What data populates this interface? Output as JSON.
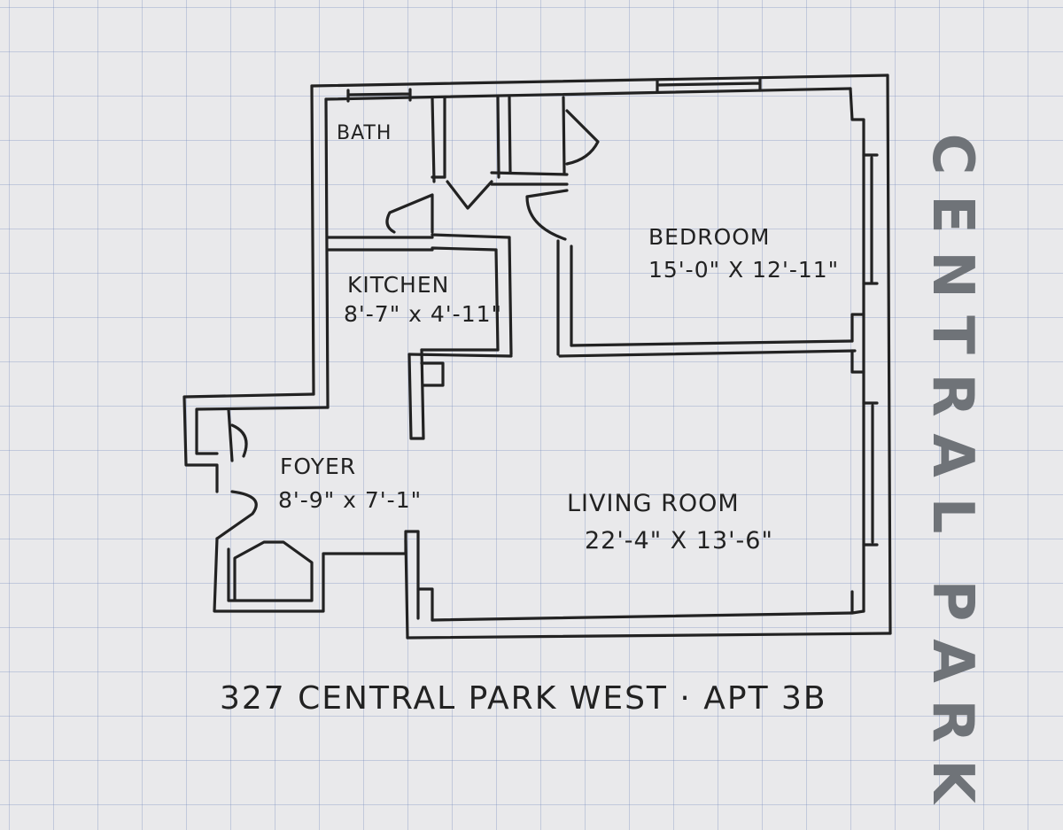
{
  "rooms": {
    "bath": {
      "name": "BATH"
    },
    "kitchen": {
      "name": "KITCHEN",
      "dimensions": "8'-7\" x 4'-11\""
    },
    "bedroom": {
      "name": "BEDROOM",
      "dimensions": "15'-0\" X 12'-11\""
    },
    "foyer": {
      "name": "FOYER",
      "dimensions": "8'-9\" x 7'-1\""
    },
    "living_room": {
      "name": "LIVING ROOM",
      "dimensions": "22'-4\" X 13'-6\""
    }
  },
  "address": "327 CENTRAL PARK WEST · APT 3B",
  "street_label": {
    "line1": "CENTRAL",
    "line2": "PARK"
  },
  "colors": {
    "ink": "#222222",
    "street_marker": "#6f7378",
    "paper": "#e9e9eb",
    "grid": "#8c9bbe"
  }
}
